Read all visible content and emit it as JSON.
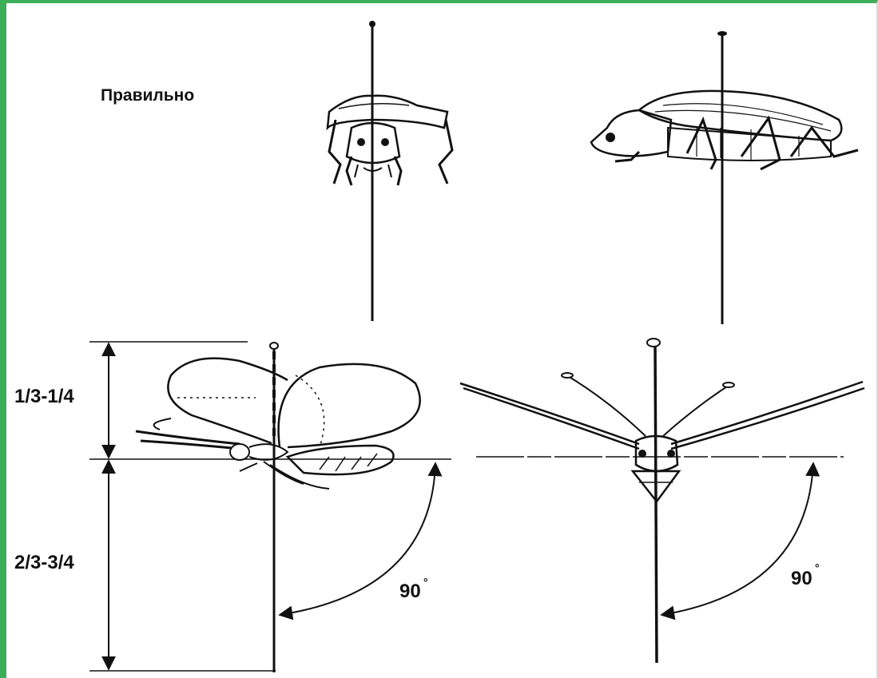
{
  "labels": {
    "correct": "Правильно",
    "upper_ratio": "1/3-1/4",
    "lower_ratio": "2/3-3/4",
    "angle_left": "90",
    "angle_right": "90",
    "degree_mark": "°"
  },
  "colors": {
    "frame_border": "#3cae5a",
    "ink": "#111111",
    "background": "#ffffff"
  }
}
